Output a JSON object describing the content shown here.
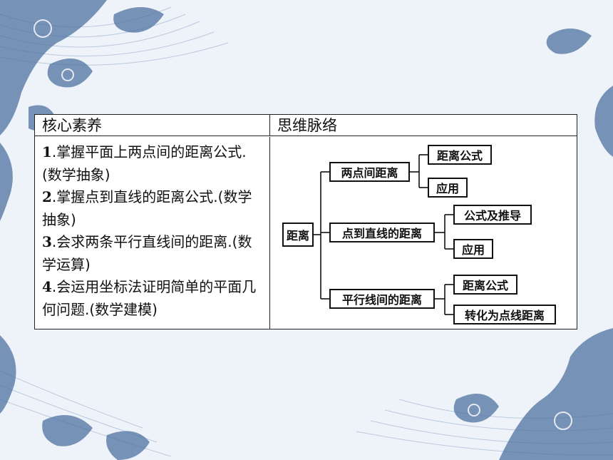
{
  "table": {
    "header_left": "核心素养",
    "header_right": "思维脉络",
    "items": [
      {
        "num": "1",
        "text": ".掌握平面上两点间的距离公式.(数学抽象)"
      },
      {
        "num": "2",
        "text": ".掌握点到直线的距离公式.(数学抽象)"
      },
      {
        "num": "3",
        "text": ".会求两条平行直线间的距离.(数学运算)"
      },
      {
        "num": "4",
        "text": ".会运用坐标法证明简单的平面几何问题.(数学建模)"
      }
    ]
  },
  "mindmap": {
    "root": "距离",
    "branches": [
      {
        "label": "两点间距离",
        "leaves": [
          "距离公式",
          "应用"
        ]
      },
      {
        "label": "点到直线的距离",
        "leaves": [
          "公式及推导",
          "应用"
        ]
      },
      {
        "label": "平行线间的距离",
        "leaves": [
          "距离公式",
          "转化为点线距离"
        ]
      }
    ]
  },
  "colors": {
    "background": "#eef3fa",
    "ornament": "#6f8fb5",
    "border": "#222222"
  }
}
